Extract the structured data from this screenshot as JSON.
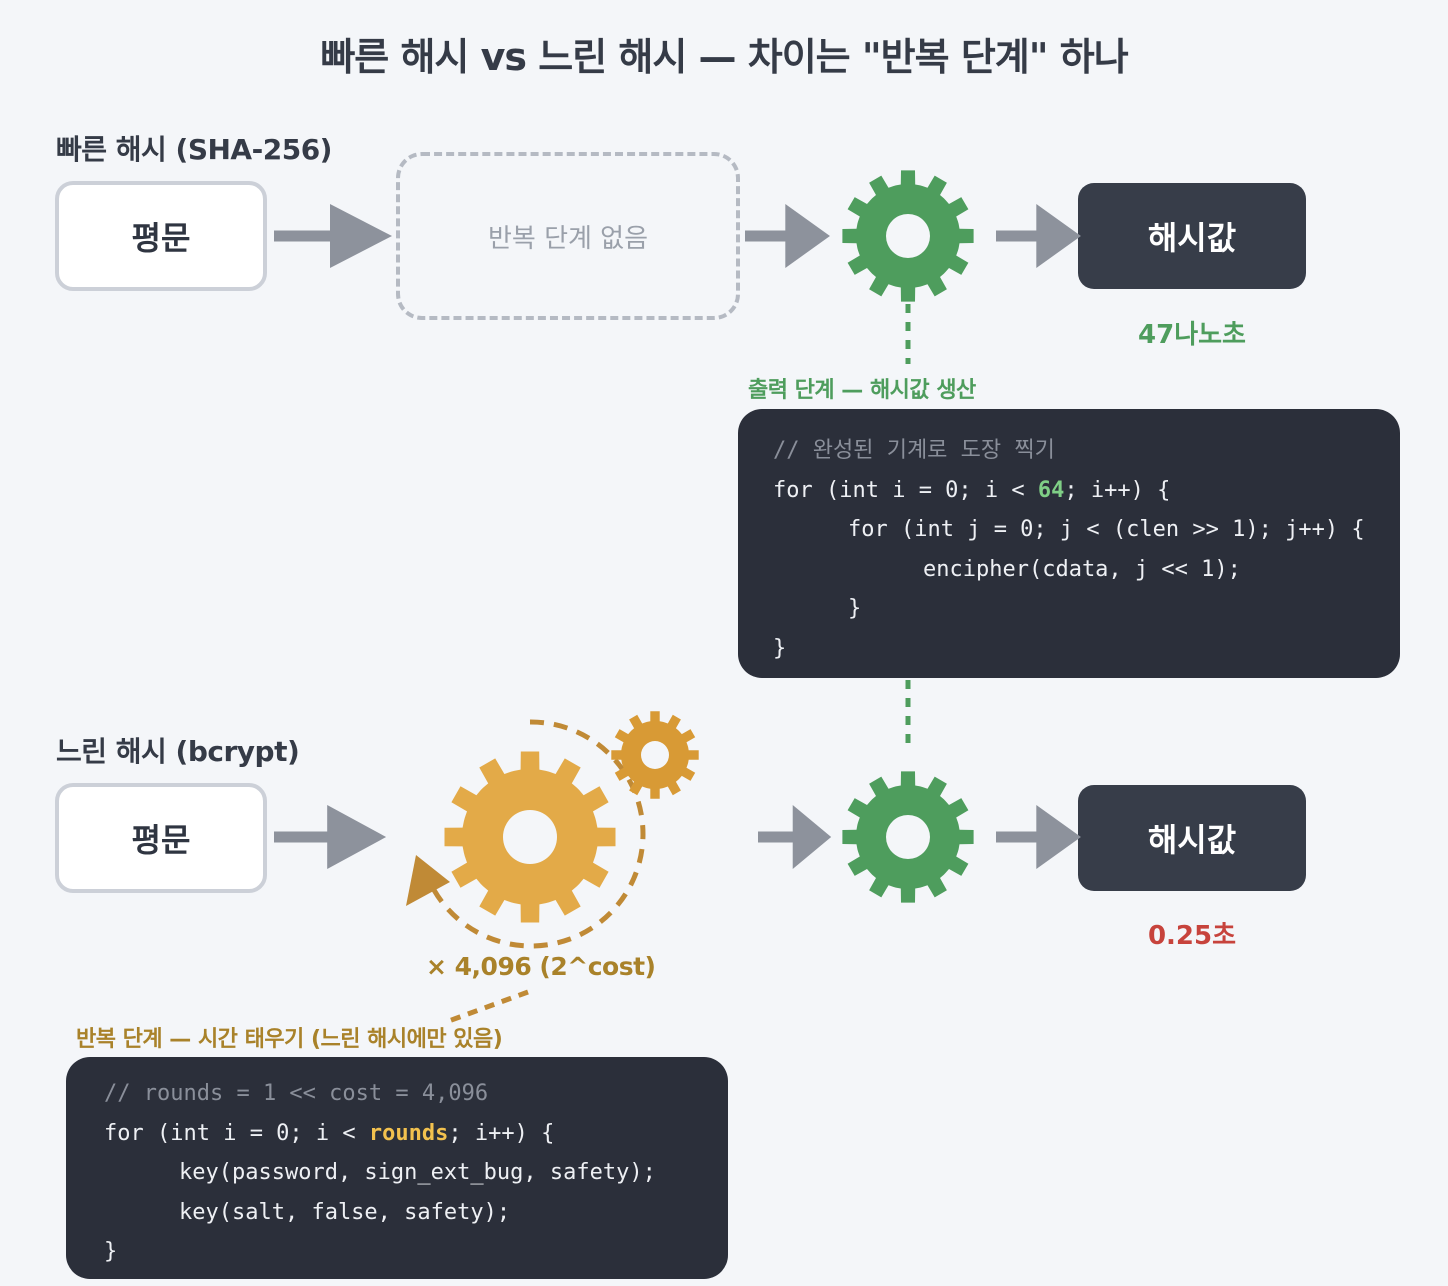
{
  "title": "빠른 해시 vs 느린 해시 — 차이는 \"반복 단계\" 하나",
  "fast": {
    "label": "빠른 해시 (SHA-256)",
    "input": "평문",
    "no_loop": "반복 단계 없음",
    "output": "해시값",
    "timing": "47나노초",
    "timing_color": "#4e9d5d",
    "caption": "출력 단계 — 해시값 생산",
    "code": {
      "comment": "// 완성된 기계로 도장 찍기",
      "l1_pre": "for (int i = 0; i < ",
      "l1_hl": "64",
      "l1_post": "; i++) {",
      "l2": "for (int j = 0; j < (clen >> 1); j++) {",
      "l3": "encipher(cdata, j << 1);",
      "l4": "}",
      "l5": "}"
    }
  },
  "slow": {
    "label": "느린 해시 (bcrypt)",
    "input": "평문",
    "output": "해시값",
    "timing": "0.25초",
    "timing_color": "#c7433c",
    "multiplier": "× 4,096 (2^cost)",
    "caption": "반복 단계 — 시간 태우기 (느린 해시에만 있음)",
    "code": {
      "comment": "// rounds = 1 << cost = 4,096",
      "l1_pre": "for (int i = 0; i < ",
      "l1_hl": "rounds",
      "l1_post": "; i++) {",
      "l2": "key(password, sign_ext_bug, safety);",
      "l3": "key(salt, false, safety);",
      "l4": "}"
    }
  },
  "colors": {
    "green_gear": "#4e9d5d",
    "orange_gear": "#e3aa48",
    "small_orange_gear": "#d89a35",
    "arrow_gray": "#8d929c",
    "loop_brown": "#c08a36",
    "caption_green": "#4e9d5d",
    "caption_brown": "#a9822a"
  },
  "icons": [
    "gear-icon",
    "arrow-right-icon",
    "loop-arrow-icon"
  ]
}
